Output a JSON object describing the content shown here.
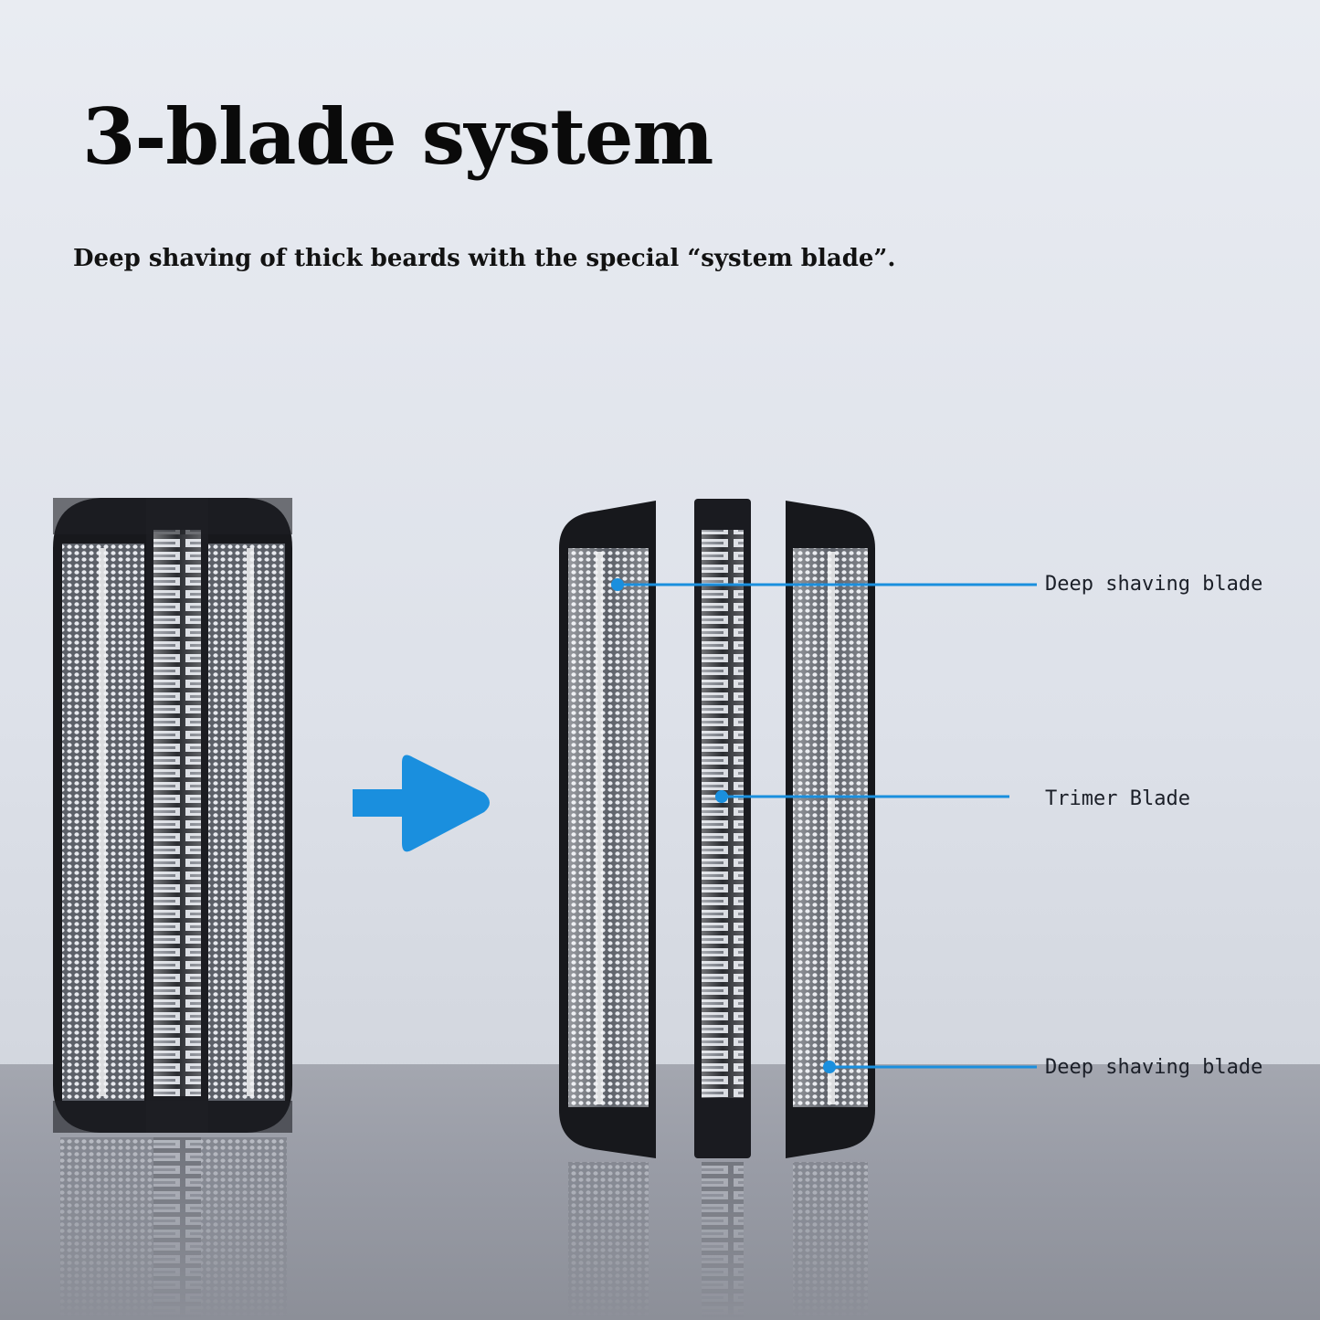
{
  "heading": {
    "title": "3-blade system",
    "subtitle": "Deep shaving of thick beards with the special “system blade”."
  },
  "callouts": {
    "top": "Deep shaving blade",
    "middle": "Trimer Blade",
    "bottom": "Deep shaving blade"
  },
  "colors": {
    "accent": "#1a8fde",
    "frame": "#16171b"
  },
  "icons": {
    "arrow": "right-arrow-icon"
  }
}
